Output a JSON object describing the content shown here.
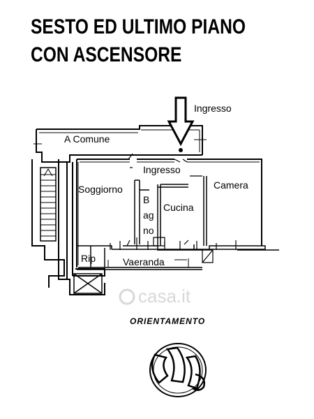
{
  "title": {
    "line1": "SESTO ED ULTIMO PIANO",
    "line2": "CON ASCENSORE"
  },
  "rooms": {
    "entrance_top": "Ingresso",
    "common_area": "A Comune",
    "entrance_inner": "Ingresso",
    "living_room": "Soggiorno",
    "bathroom": [
      "B",
      "ag",
      "no"
    ],
    "kitchen": "Cucina",
    "bedroom": "Camera",
    "storage": "Rip",
    "veranda": "Vaeranda"
  },
  "orientation_label": "ORIENTAMENTO",
  "watermark": "casa.it",
  "colors": {
    "ink": "#000000",
    "background": "#ffffff",
    "watermark": "#d8d8d8"
  }
}
